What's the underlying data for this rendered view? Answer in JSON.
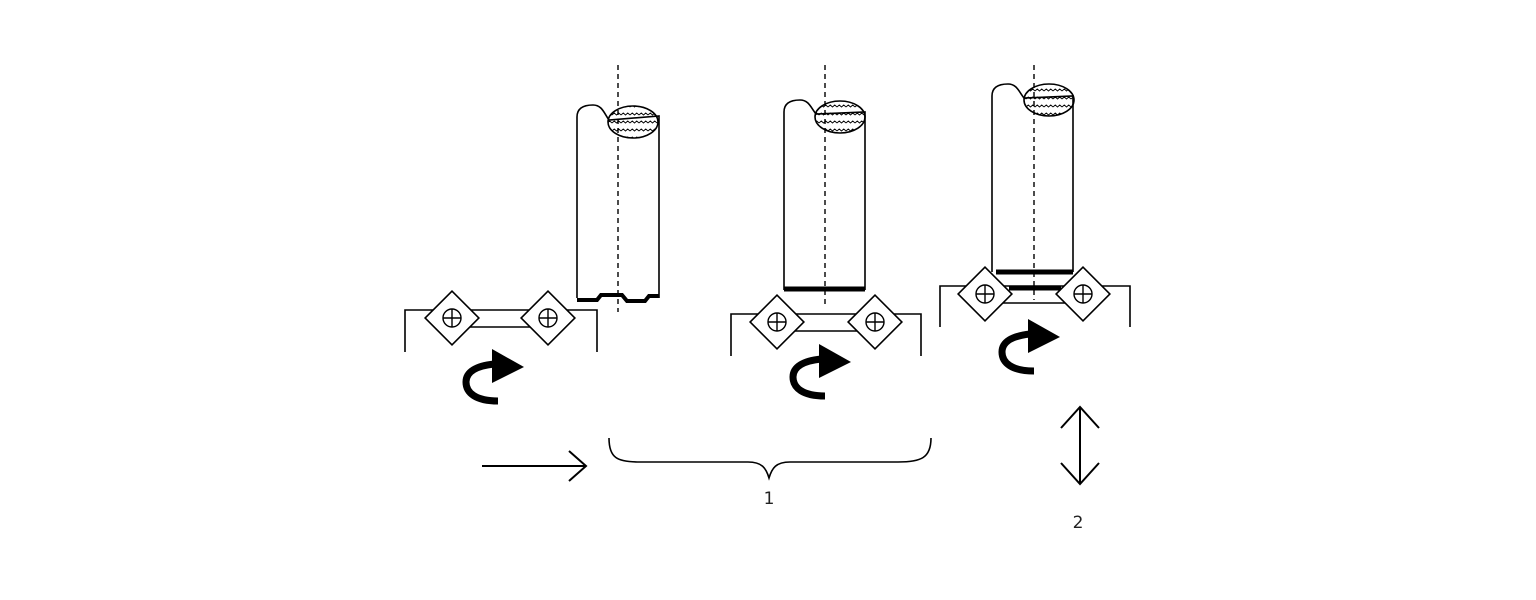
{
  "labels": {
    "stage_1": "1",
    "stage_2": "2"
  },
  "colors": {
    "ink": "#000000",
    "label": "#222222",
    "background": "#ffffff"
  },
  "stages": [
    {
      "name": "tool-rod-stage-a",
      "cut_state": "rough-notched-end"
    },
    {
      "name": "tool-rod-stage-b",
      "cut_state": "flat-single-cut-line"
    },
    {
      "name": "tool-rod-stage-c",
      "cut_state": "double-cut-lines"
    }
  ],
  "icons": {
    "insert": "crosshair-insert-icon",
    "rotation": "rotation-arrow-icon",
    "feed": "right-arrow-icon",
    "vertical_move": "double-headed-vertical-arrow-icon",
    "group": "curly-brace-icon"
  }
}
